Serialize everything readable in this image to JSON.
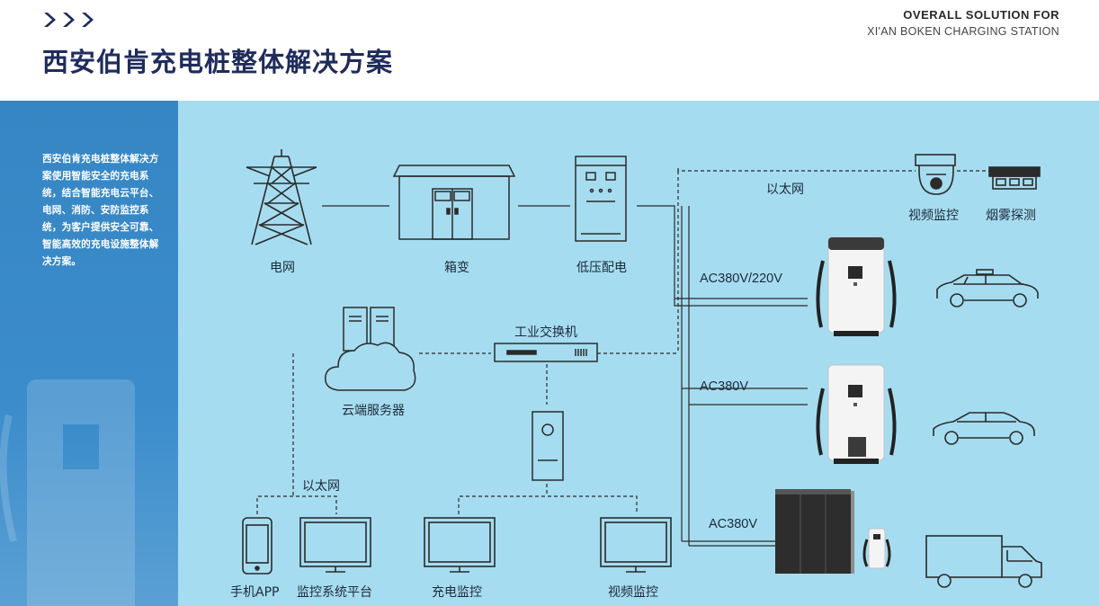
{
  "header": {
    "title": "西安伯肯充电桩整体解决方案",
    "subtitle_en_line1": "OVERALL SOLUTION FOR",
    "subtitle_en_line2": "XI'AN BOKEN CHARGING STATION"
  },
  "sidebar": {
    "description": "西安伯肯充电桩整体解决方案使用智能安全的充电系统，结合智能充电云平台、电网、消防、安防监控系统，为客户提供安全可靠、智能高效的充电设施整体解决方案。"
  },
  "diagram": {
    "grid": "电网",
    "box_transformer": "箱变",
    "low_voltage": "低压配电",
    "ethernet_top": "以太网",
    "video_monitor_top": "视频监控",
    "smoke_detect": "烟雾探测",
    "ac_380_220": "AC380V/220V",
    "ac_380_a": "AC380V",
    "ac_380_b": "AC380V",
    "industrial_switch": "工业交换机",
    "cloud_server": "云端服务器",
    "ethernet_left": "以太网",
    "mobile_app": "手机APP",
    "monitor_platform": "监控系统平台",
    "charge_monitor": "充电监控",
    "video_monitor_bottom": "视频监控"
  },
  "colors": {
    "title": "#1f2c5c",
    "sidebar": "#3686c4",
    "diagram_bg": "#a5dcf0",
    "line": "#2b2b2b"
  }
}
